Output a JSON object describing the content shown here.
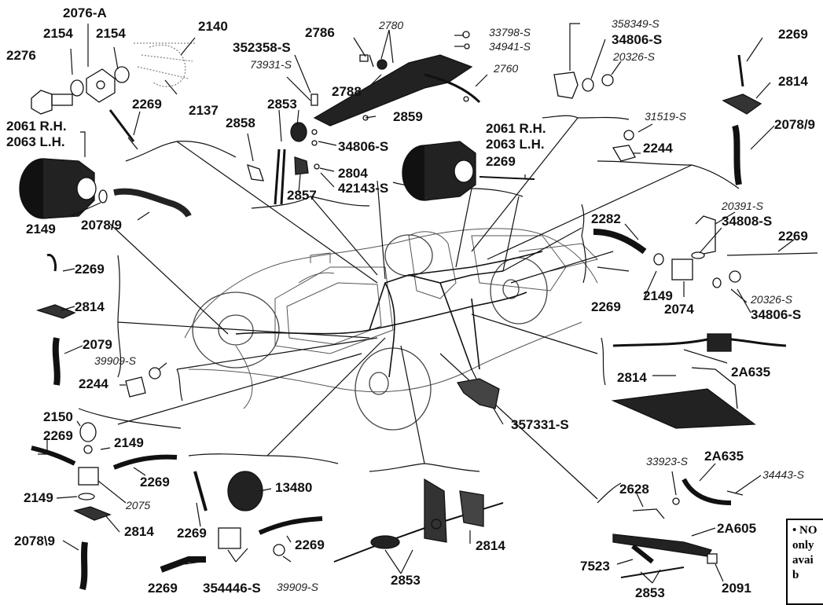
{
  "labels": {
    "l2076a": "2076-A",
    "l2276": "2276",
    "l2154a": "2154",
    "l2154b": "2154",
    "l2140": "2140",
    "l2137": "2137",
    "l2269a": "2269",
    "l2061a": "2061 R.H.",
    "l2063a": "2063 L.H.",
    "l2149a": "2149",
    "l2078a": "2078/9",
    "l2786": "2786",
    "l2780": "2780",
    "l33798": "33798-S",
    "l34941": "34941-S",
    "l352358": "352358-S",
    "l73931": "73931-S",
    "l2788": "2788",
    "l2760": "2760",
    "l2853a": "2853",
    "l2859": "2859",
    "l2858": "2858",
    "l34806a": "34806-S",
    "l2804": "2804",
    "l42143": "42143-S",
    "l2857": "2857",
    "l358349": "358349-S",
    "l34806b": "34806-S",
    "l20326a": "20326-S",
    "l2269b": "2269",
    "l2814a": "2814",
    "l2078b": "2078/9",
    "l31519": "31519-S",
    "l2244a": "2244",
    "l2061b": "2061 R.H.",
    "l2063b": "2063 L.H.",
    "l2269c": "2269",
    "l20391": "20391-S",
    "l34808": "34808-S",
    "l2282": "2282",
    "l2269d": "2269",
    "l2269e": "2269",
    "l2149b": "2149",
    "l2074": "2074",
    "l20326b": "20326-S",
    "l34806c": "34806-S",
    "l2269f": "2269",
    "l2814b": "2814",
    "l2079": "2079",
    "l39909a": "39909-S",
    "l2244b": "2244",
    "l2814c": "2814",
    "l2a635a": "2A635",
    "l357331": "357331-S",
    "l2150": "2150",
    "l2269g": "2269",
    "l2149c": "2149",
    "l2269h": "2269",
    "l2149d": "2149",
    "l2075": "2075",
    "l2814d": "2814",
    "l2078c": "2078\\9",
    "l13480": "13480",
    "l2269i": "2269",
    "l2269j": "2269",
    "l2269k": "2269",
    "l354446": "354446-S",
    "l39909b": "39909-S",
    "l2853b": "2853",
    "l2814e": "2814",
    "l33923": "33923-S",
    "l2a635b": "2A635",
    "l34443": "34443-S",
    "l2628": "2628",
    "l2a605": "2A605",
    "l7523": "7523",
    "l2853c": "2853",
    "l2091": "2091"
  },
  "note": {
    "line1": "• NO",
    "line2": "only",
    "line3": "avai",
    "line4": "b"
  },
  "colors": {
    "ink": "#111111",
    "paper": "#ffffff",
    "shade": "#333333"
  }
}
